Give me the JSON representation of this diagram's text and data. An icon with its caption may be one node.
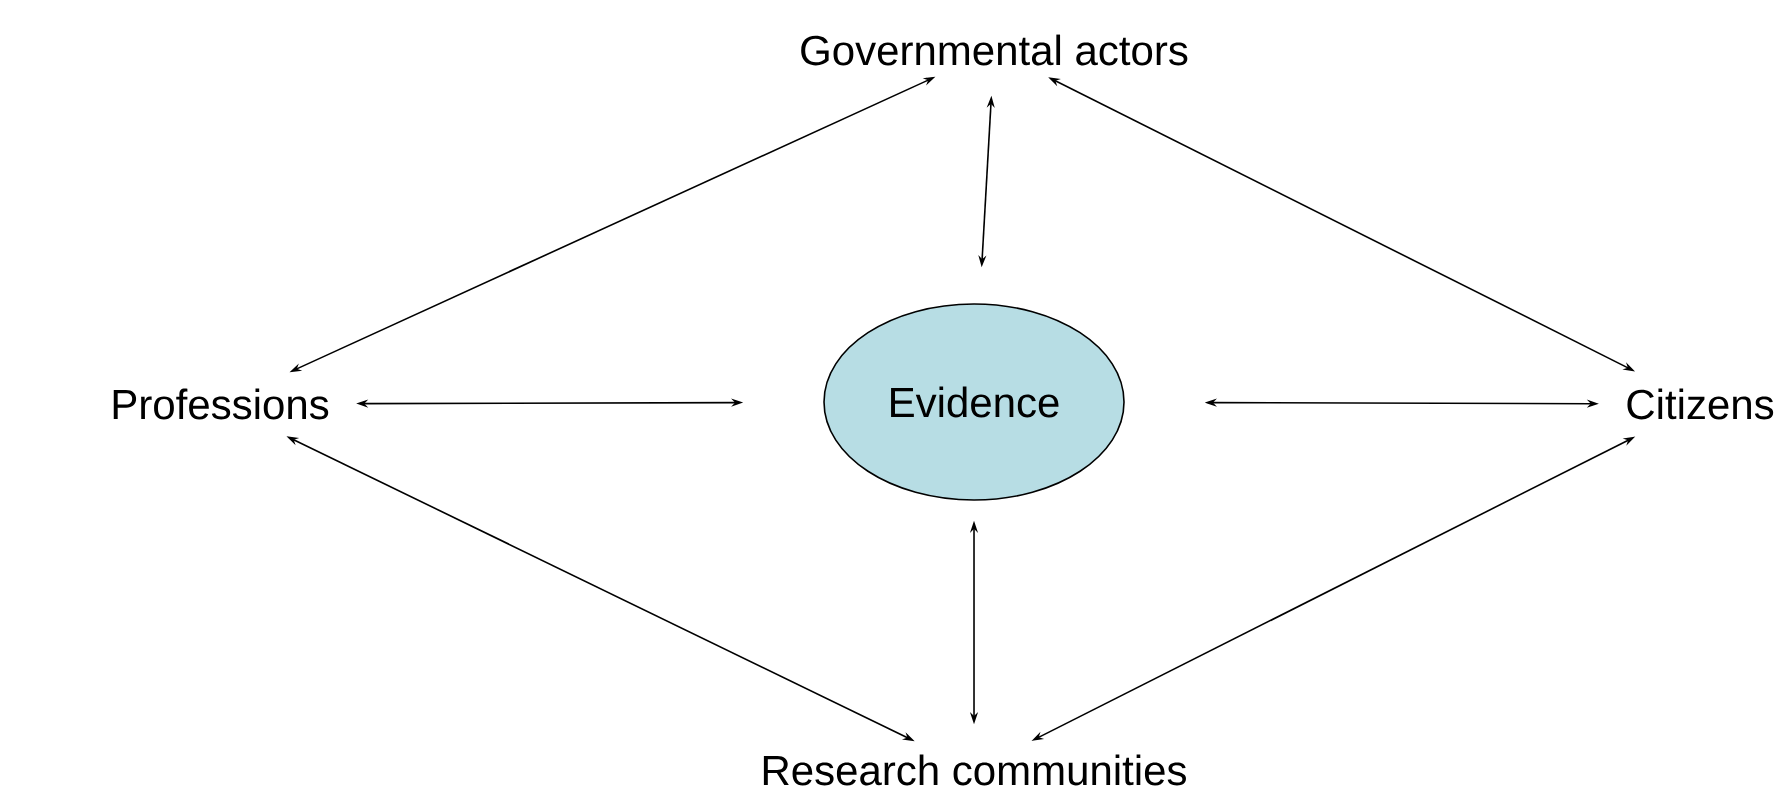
{
  "diagram": {
    "nodes": [
      {
        "text": [
          "Governmental actors"
        ]
      },
      {
        "text": [
          "Professions"
        ]
      },
      {
        "text": [
          "Evidence"
        ]
      },
      {
        "text": [
          "Citizens"
        ]
      },
      {
        "text": [
          "Research communities"
        ]
      }
    ],
    "edges": [
      {
        "from": 1,
        "to": 0,
        "arrow": "both"
      },
      {
        "from": 0,
        "to": 2,
        "arrow": "both"
      },
      {
        "from": 0,
        "to": 3,
        "arrow": "both"
      },
      {
        "from": 1,
        "to": 2,
        "arrow": "both"
      },
      {
        "from": 2,
        "to": 3,
        "arrow": "both"
      },
      {
        "from": 1,
        "to": 4,
        "arrow": "both"
      },
      {
        "from": 2,
        "to": 4,
        "arrow": "both"
      },
      {
        "from": 4,
        "to": 3,
        "arrow": "both"
      }
    ]
  }
}
